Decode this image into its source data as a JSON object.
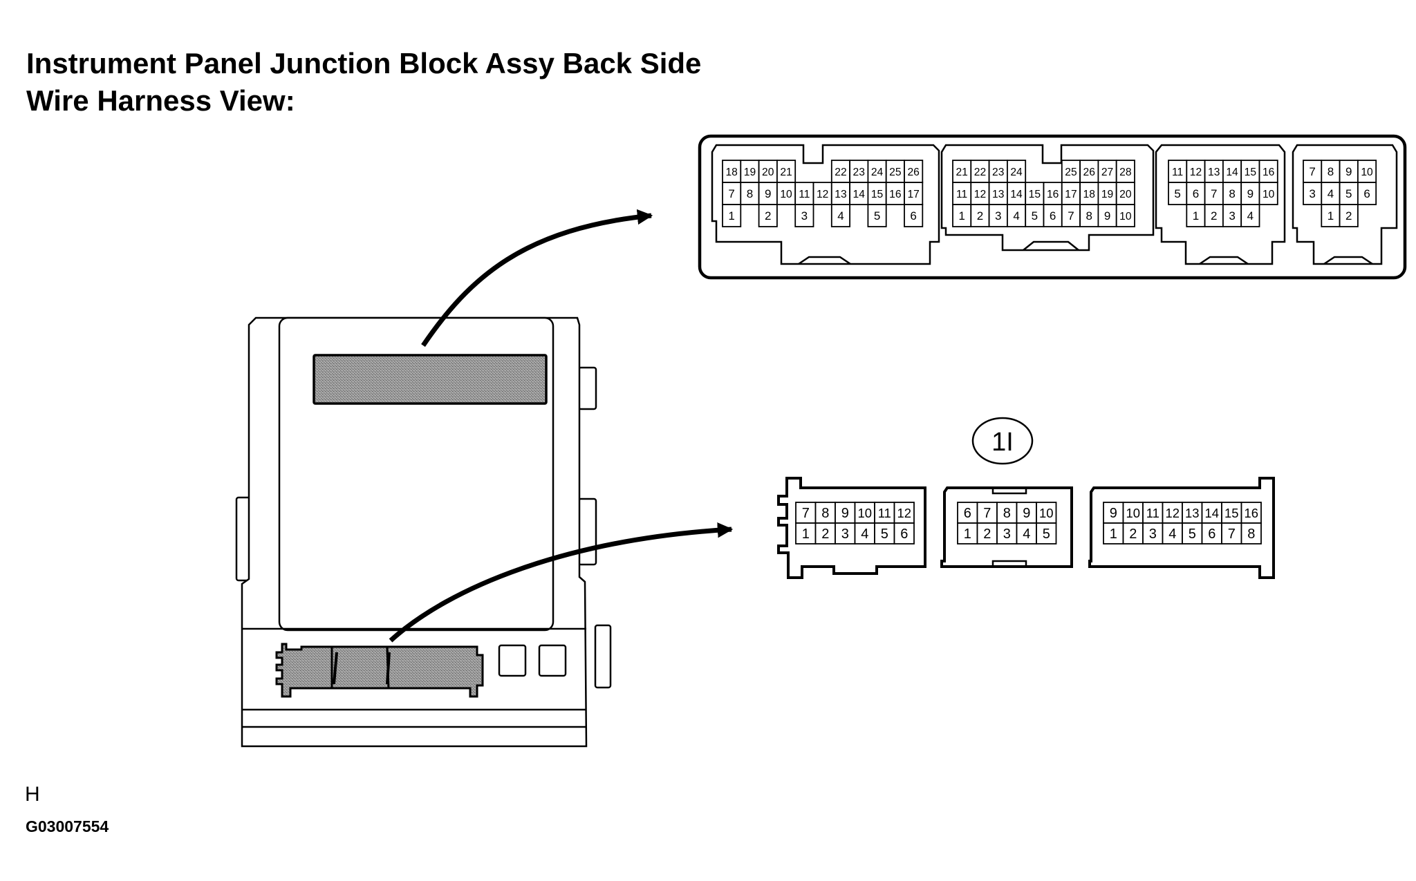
{
  "title": {
    "line1": "Instrument Panel Junction Block Assy Back Side",
    "line2": "Wire Harness View:"
  },
  "connector_label": "1I",
  "footer": {
    "view_code": "H",
    "figure_id": "G03007554"
  },
  "upper_connectors": [
    {
      "rows": [
        [
          "18",
          "19",
          "20",
          "21",
          "",
          "",
          "22",
          "23",
          "24",
          "25",
          "26"
        ],
        [
          "7",
          "8",
          "9",
          "10",
          "11",
          "12",
          "13",
          "14",
          "15",
          "16",
          "17"
        ],
        [
          "1",
          "",
          "2",
          "",
          "3",
          "",
          "4",
          "",
          "5",
          "",
          "6"
        ]
      ]
    },
    {
      "rows": [
        [
          "21",
          "22",
          "23",
          "24",
          "",
          "",
          "25",
          "26",
          "27",
          "28"
        ],
        [
          "11",
          "12",
          "13",
          "14",
          "15",
          "16",
          "17",
          "18",
          "19",
          "20"
        ],
        [
          "1",
          "2",
          "3",
          "4",
          "5",
          "6",
          "7",
          "8",
          "9",
          "10"
        ]
      ]
    },
    {
      "rows": [
        [
          "11",
          "12",
          "13",
          "14",
          "15",
          "16"
        ],
        [
          "5",
          "6",
          "7",
          "8",
          "9",
          "10"
        ],
        [
          "",
          "1",
          "2",
          "3",
          "4",
          ""
        ]
      ]
    },
    {
      "rows": [
        [
          "7",
          "8",
          "9",
          "10"
        ],
        [
          "3",
          "4",
          "5",
          "6"
        ],
        [
          "",
          "1",
          "2",
          ""
        ]
      ]
    }
  ],
  "lower_connectors": [
    {
      "rows": [
        [
          "7",
          "8",
          "9",
          "10",
          "11",
          "12"
        ],
        [
          "1",
          "2",
          "3",
          "4",
          "5",
          "6"
        ]
      ]
    },
    {
      "rows": [
        [
          "6",
          "7",
          "8",
          "9",
          "10"
        ],
        [
          "1",
          "2",
          "3",
          "4",
          "5"
        ]
      ]
    },
    {
      "rows": [
        [
          "9",
          "10",
          "11",
          "12",
          "13",
          "14",
          "15",
          "16"
        ],
        [
          "1",
          "2",
          "3",
          "4",
          "5",
          "6",
          "7",
          "8"
        ]
      ]
    }
  ]
}
